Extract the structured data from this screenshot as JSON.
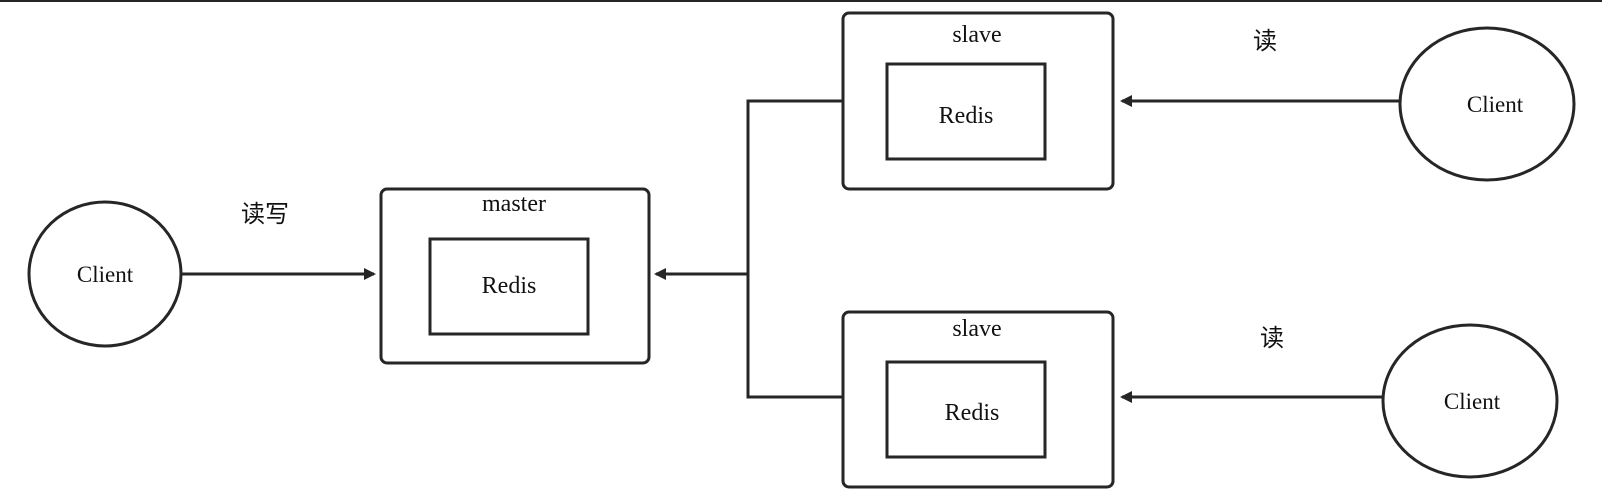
{
  "master": {
    "title": "master",
    "inner": "Redis"
  },
  "slaves": [
    {
      "title": "slave",
      "inner": "Redis"
    },
    {
      "title": "slave",
      "inner": "Redis"
    }
  ],
  "clients": {
    "writer": {
      "label": "Client",
      "edge_label": "读写"
    },
    "readers": [
      {
        "label": "Client",
        "edge_label": "读"
      },
      {
        "label": "Client",
        "edge_label": "读"
      }
    ]
  },
  "colors": {
    "stroke": "#262626",
    "background": "#ffffff"
  }
}
